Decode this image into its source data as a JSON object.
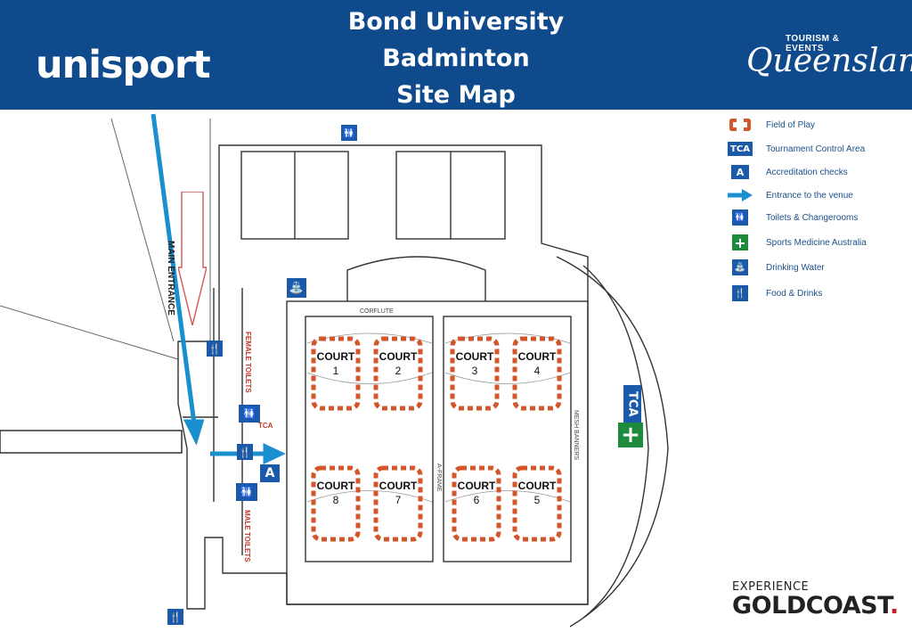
{
  "header": {
    "title_lines": [
      "Bond University",
      "Badminton",
      "Site Map"
    ],
    "left_logo": "unisport",
    "right_logo_small": "TOURISM & EVENTS",
    "right_logo_script": "Queensland",
    "bg_color": "#0f4a8c"
  },
  "map": {
    "main_entrance": "MAIN ENTRANCE",
    "corflute": "CORFLUTE",
    "mesh_banners": "MESH BANNERS",
    "female_toilets": "FEMALE TOILETS",
    "male_toilets": "MALE TOILETS",
    "tca_small": "TCA",
    "centre_label": "A-FRAME",
    "courts": [
      {
        "label": "COURT",
        "num": "1"
      },
      {
        "label": "COURT",
        "num": "2"
      },
      {
        "label": "COURT",
        "num": "3"
      },
      {
        "label": "COURT",
        "num": "4"
      },
      {
        "label": "COURT",
        "num": "8"
      },
      {
        "label": "COURT",
        "num": "7"
      },
      {
        "label": "COURT",
        "num": "6"
      },
      {
        "label": "COURT",
        "num": "5"
      }
    ],
    "tca_badge": "TCA",
    "accreditation_badge": "A",
    "court_color": "#d2562a",
    "arrow_color": "#1a8fd0"
  },
  "legend": [
    {
      "icon": "field-of-play-icon",
      "label": "Field of Play"
    },
    {
      "icon": "tca-icon",
      "symbol": "TCA",
      "label": "Tournament Control Area"
    },
    {
      "icon": "accreditation-icon",
      "symbol": "A",
      "label": "Accreditation checks"
    },
    {
      "icon": "entrance-arrow-icon",
      "label": "Entrance to the venue"
    },
    {
      "icon": "toilets-icon",
      "label": "Toilets & Changerooms"
    },
    {
      "icon": "sports-medicine-icon",
      "label": "Sports Medicine Australia"
    },
    {
      "icon": "drinking-water-icon",
      "label": "Drinking Water"
    },
    {
      "icon": "food-drinks-icon",
      "label": "Food & Drinks"
    }
  ],
  "footer": {
    "experience": "EXPERIENCE",
    "goldcoast": "GOLDCOAST",
    "dot": "."
  }
}
